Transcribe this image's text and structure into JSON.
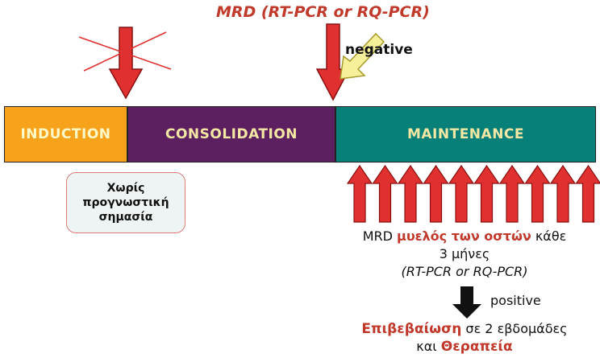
{
  "mrd_title": "MRD (RT-PCR or RQ-PCR)",
  "negative_label": "negative",
  "phases": {
    "induction": "INDUCTION",
    "consolidation": "CONSOLIDATION",
    "maintenance": "MAINTENANCE"
  },
  "note_lines": [
    "Χωρίς",
    "προγνωστική",
    "σημασία"
  ],
  "monitoring": {
    "prefix": "MRD",
    "highlight": "μυελός των οστών",
    "suffix": "κάθε",
    "line2": "3 μήνες",
    "line3": "(RT-PCR  or RQ-PCR)"
  },
  "positive_label": "positive",
  "confirmation": {
    "highlight1": "Επιβεβαίωση",
    "text1": "σε 2 εβδομάδες",
    "text2": "και",
    "highlight2": "Θεραπεία"
  },
  "colors": {
    "induction": "#f7a21b",
    "consolidation": "#5c1f60",
    "maintenance": "#07807a",
    "arrow_red": "#e03030",
    "arrow_yellow": "#f6f09a"
  },
  "monitoring_arrow_count": 10
}
